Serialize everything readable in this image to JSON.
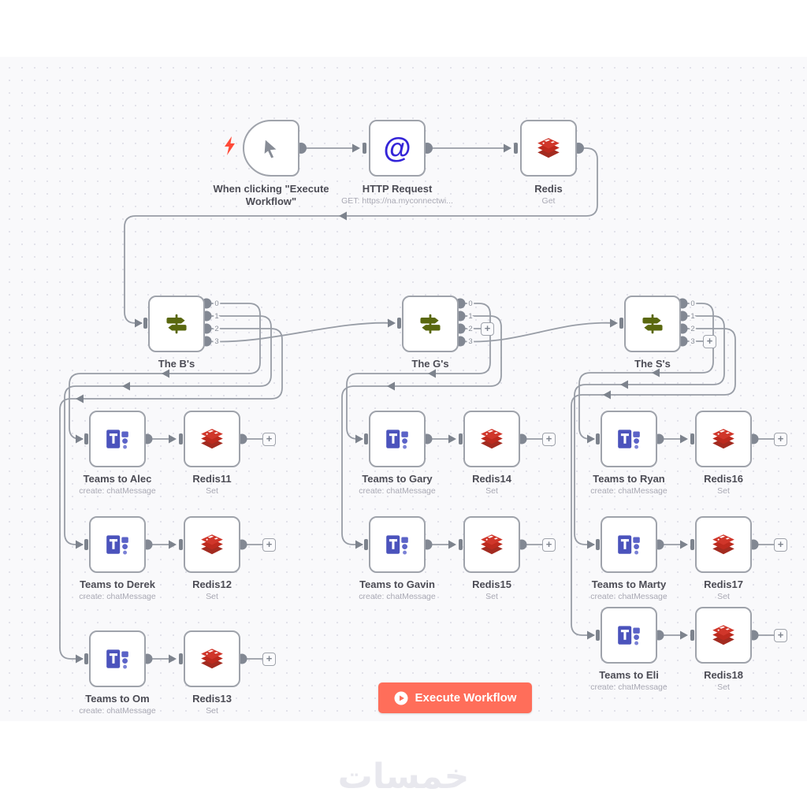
{
  "workflow": {
    "port_labels": [
      "0",
      "1",
      "2",
      "3"
    ],
    "icons": {
      "http_at": "@",
      "plus": "+"
    },
    "execute_button": {
      "label": "Execute Workflow"
    },
    "watermark": "خمسات",
    "nodes": {
      "trigger": {
        "name": "When clicking \"Execute Workflow\""
      },
      "http": {
        "name": "HTTP Request",
        "subtitle": "GET: https://na.myconnectwi..."
      },
      "redis_get": {
        "name": "Redis",
        "subtitle": "Get"
      },
      "switch_b": {
        "name": "The B's"
      },
      "switch_g": {
        "name": "The G's"
      },
      "switch_s": {
        "name": "The S's"
      },
      "teams_alec": {
        "name": "Teams to Alec",
        "subtitle": "create: chatMessage"
      },
      "redis11": {
        "name": "Redis11",
        "subtitle": "Set"
      },
      "teams_derek": {
        "name": "Teams to Derek",
        "subtitle": "create: chatMessage"
      },
      "redis12": {
        "name": "Redis12",
        "subtitle": "Set"
      },
      "teams_om": {
        "name": "Teams to Om",
        "subtitle": "create: chatMessage"
      },
      "redis13": {
        "name": "Redis13",
        "subtitle": "Set"
      },
      "teams_gary": {
        "name": "Teams to Gary",
        "subtitle": "create: chatMessage"
      },
      "redis14": {
        "name": "Redis14",
        "subtitle": "Set"
      },
      "teams_gavin": {
        "name": "Teams to Gavin",
        "subtitle": "create: chatMessage"
      },
      "redis15": {
        "name": "Redis15",
        "subtitle": "Set"
      },
      "teams_ryan": {
        "name": "Teams to Ryan",
        "subtitle": "create: chatMessage"
      },
      "redis16": {
        "name": "Redis16",
        "subtitle": "Set"
      },
      "teams_marty": {
        "name": "Teams to Marty",
        "subtitle": "create: chatMessage"
      },
      "redis17": {
        "name": "Redis17",
        "subtitle": "Set"
      },
      "teams_eli": {
        "name": "Teams to Eli",
        "subtitle": "create: chatMessage"
      },
      "redis18": {
        "name": "Redis18",
        "subtitle": "Set"
      }
    },
    "colors": {
      "execute_button": "#ff6e5a",
      "canvas": "#f9f9fb",
      "wire": "#989da6",
      "node_border": "#9fa3ab",
      "teams": "#4b53bc",
      "redis": "#c6302b",
      "switch": "#5a680f",
      "http": "#3425d8",
      "lightning": "#ff4a38"
    }
  }
}
